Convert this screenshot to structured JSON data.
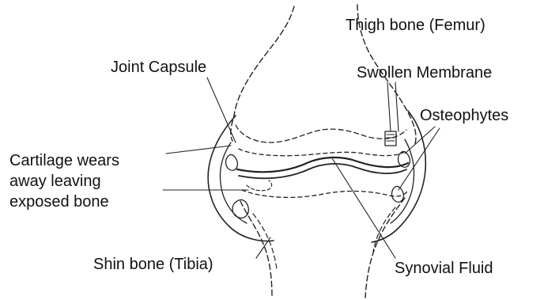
{
  "diagram": {
    "labels": {
      "femur": "Thigh bone (Femur)",
      "joint_capsule": "Joint Capsule",
      "swollen_membrane": "Swollen Membrane",
      "osteophytes": "Osteophytes",
      "cartilage": "Cartilage wears\naway leaving\nexposed bone",
      "tibia": "Shin bone (Tibia)",
      "synovial_fluid": "Synovial Fluid"
    },
    "colors": {
      "line": "#222222",
      "text": "#111111",
      "background": "#ffffff"
    }
  }
}
